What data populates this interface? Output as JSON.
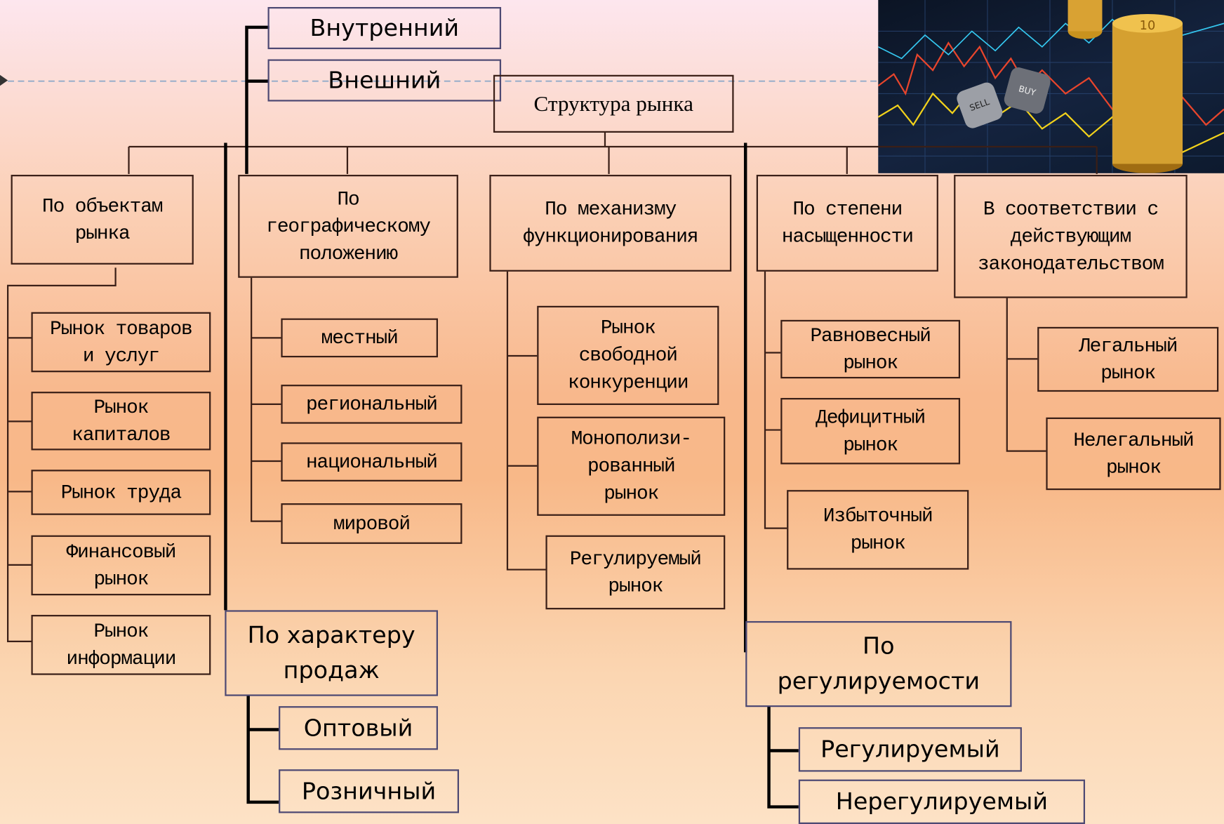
{
  "diagram": {
    "root": "Структура рынка",
    "top": {
      "internal": "Внутренний",
      "external": "Внешний"
    },
    "categories": [
      {
        "title": "По объектам\nрынка",
        "items": [
          "Рынок товаров\nи услуг",
          "Рынок\nкапиталов",
          "Рынок труда",
          "Финансовый\nрынок",
          "Рынок\nинформации"
        ]
      },
      {
        "title": "По\nгеографическому\nположению",
        "items": [
          "местный",
          "региональный",
          "национальный",
          "мировой"
        ]
      },
      {
        "title": "По механизму\nфункционирования",
        "items": [
          "Рынок\nсвободной\nконкуренции",
          "Монополизи-\nрованный\nрынок",
          "Регулируемый\nрынок"
        ]
      },
      {
        "title": "По степени\nнасыщенности",
        "items": [
          "Равновесный\nрынок",
          "Дефицитный\nрынок",
          "Избыточный\nрынок"
        ]
      },
      {
        "title": "В соответствии с\nдействующим\nзаконодательством",
        "items": [
          "Легальный\nрынок",
          "Нелегальный\nрынок"
        ]
      }
    ],
    "sales": {
      "title": "По характеру\nпродаж",
      "items": [
        "Оптовый",
        "Розничный"
      ]
    },
    "regulation": {
      "title": "По\nрегулируемости",
      "items": [
        "Регулируемый",
        "Нерегулируемый"
      ]
    }
  },
  "photo": {
    "dice": [
      "SELL",
      "BUY"
    ],
    "coin": "10"
  },
  "colors": {
    "border": "#3a1f17",
    "border_sans": "#4d4973",
    "line": "#000000"
  }
}
